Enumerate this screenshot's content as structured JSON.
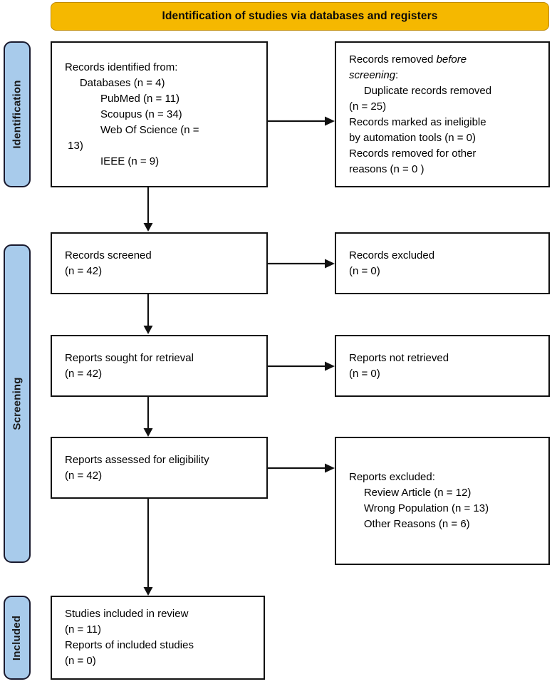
{
  "header": {
    "title": "Identification of studies via databases and registers",
    "background_color": "#f5b800",
    "border_color": "#c08a00"
  },
  "stages": {
    "identification": "Identification",
    "screening": "Screening",
    "included": "Included",
    "background_color": "#a8cbeb",
    "border_color": "#1a1a2e"
  },
  "boxes": {
    "identified": {
      "name": "Records identified from",
      "text": "Records identified from:\n     Databases (n = 4)\n            PubMed (n = 11)\n            Scoupus (n = 34)\n            Web Of Science (n =\n 13)\n            IEEE (n = 9)"
    },
    "removed_before_screening": {
      "line1_pre": "Records removed ",
      "line1_italic": "before",
      "line2_italic": "screening",
      "line2_post": ":",
      "rest": "     Duplicate records removed\n(n = 25)\nRecords marked as ineligible\nby automation tools (n = 0)\nRecords removed for other\nreasons (n = 0 )"
    },
    "screened": {
      "text": "Records screened\n(n = 42)"
    },
    "excluded": {
      "text": "Records excluded\n(n = 0)"
    },
    "sought": {
      "text": "Reports sought for retrieval\n(n = 42)"
    },
    "not_retrieved": {
      "text": "Reports not retrieved\n(n = 0)"
    },
    "assessed": {
      "text": "Reports assessed for eligibility\n(n = 42)"
    },
    "reports_excluded": {
      "text": "Reports excluded:\n     Review Article (n = 12)\n     Wrong Population (n = 13)\n     Other Reasons (n = 6)"
    },
    "included": {
      "text": "Studies included in review\n(n = 11)\nReports of included studies\n(n = 0)"
    }
  },
  "counts": {
    "databases": 4,
    "pubmed": 11,
    "scoupus": 34,
    "web_of_science": 13,
    "ieee": 9,
    "duplicate_records_removed": 25,
    "marked_ineligible_automation": 0,
    "removed_other_reasons": 0,
    "records_screened": 42,
    "records_excluded": 0,
    "reports_sought": 42,
    "reports_not_retrieved": 0,
    "reports_assessed": 42,
    "excluded_review_article": 12,
    "excluded_wrong_population": 13,
    "excluded_other_reasons": 6,
    "studies_included_in_review": 11,
    "reports_of_included_studies": 0
  },
  "chart_data": {
    "type": "diagram",
    "title": "Identification of studies via databases and registers",
    "nodes": [
      {
        "id": "identified",
        "stage": "Identification",
        "column": "left",
        "label": "Records identified from: Databases (n = 4); PubMed (n = 11); Scoupus (n = 34); Web Of Science (n = 13); IEEE (n = 9)"
      },
      {
        "id": "removed",
        "stage": "Identification",
        "column": "right",
        "label": "Records removed before screening: Duplicate records removed (n = 25); Records marked as ineligible by automation tools (n = 0); Records removed for other reasons (n = 0)"
      },
      {
        "id": "screened",
        "stage": "Screening",
        "column": "left",
        "label": "Records screened (n = 42)"
      },
      {
        "id": "excluded",
        "stage": "Screening",
        "column": "right",
        "label": "Records excluded (n = 0)"
      },
      {
        "id": "sought",
        "stage": "Screening",
        "column": "left",
        "label": "Reports sought for retrieval (n = 42)"
      },
      {
        "id": "notretr",
        "stage": "Screening",
        "column": "right",
        "label": "Reports not retrieved (n = 0)"
      },
      {
        "id": "assessed",
        "stage": "Screening",
        "column": "left",
        "label": "Reports assessed for eligibility (n = 42)"
      },
      {
        "id": "repexcl",
        "stage": "Screening",
        "column": "right",
        "label": "Reports excluded: Review Article (n = 12); Wrong Population (n = 13); Other Reasons (n = 6)"
      },
      {
        "id": "included",
        "stage": "Included",
        "column": "left",
        "label": "Studies included in review (n = 11); Reports of included studies (n = 0)"
      }
    ],
    "edges": [
      {
        "from": "identified",
        "to": "removed",
        "direction": "horizontal"
      },
      {
        "from": "identified",
        "to": "screened",
        "direction": "vertical"
      },
      {
        "from": "screened",
        "to": "excluded",
        "direction": "horizontal"
      },
      {
        "from": "screened",
        "to": "sought",
        "direction": "vertical"
      },
      {
        "from": "sought",
        "to": "notretr",
        "direction": "horizontal"
      },
      {
        "from": "sought",
        "to": "assessed",
        "direction": "vertical"
      },
      {
        "from": "assessed",
        "to": "repexcl",
        "direction": "horizontal"
      },
      {
        "from": "assessed",
        "to": "included",
        "direction": "vertical"
      }
    ]
  }
}
